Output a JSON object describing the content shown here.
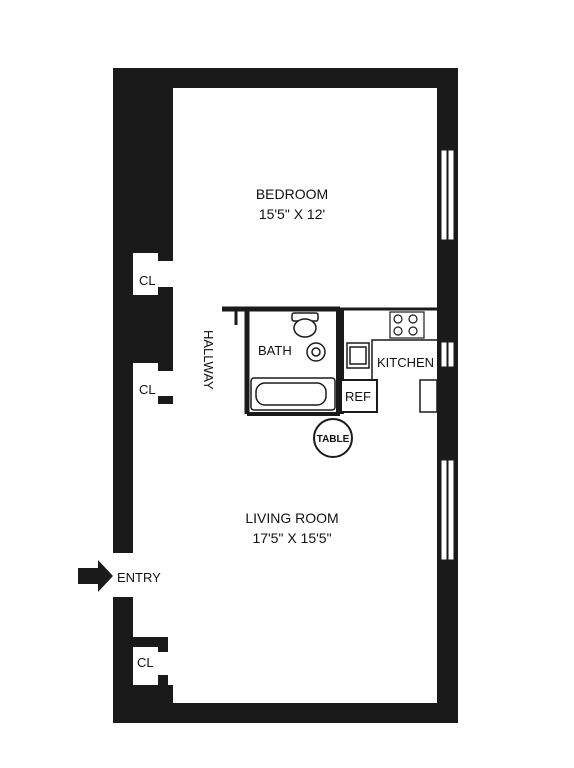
{
  "rooms": {
    "bedroom": {
      "name": "BEDROOM",
      "size": "15'5\" X 12'"
    },
    "living_room": {
      "name": "LIVING ROOM",
      "size": "17'5\" X 15'5\""
    },
    "bath": {
      "name": "BATH"
    },
    "kitchen": {
      "name": "KITCHEN"
    },
    "hallway": {
      "name": "HALLWAY"
    }
  },
  "closets": [
    "CL",
    "CL",
    "CL"
  ],
  "fixtures": {
    "refrigerator": "REF",
    "table": "TABLE"
  },
  "entry": {
    "label": "ENTRY"
  },
  "colors": {
    "wall": "#1a1a1a",
    "line": "#222222",
    "background": "#ffffff"
  }
}
